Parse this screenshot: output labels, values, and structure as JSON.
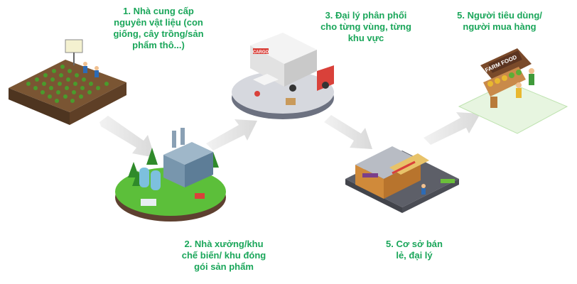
{
  "steps": [
    {
      "id": "1",
      "label": "1. Nhà cung cấp\nnguyên vật liệu (con\ngiống, cây trồng/sản\nphẩm thô...)"
    },
    {
      "id": "2",
      "label": "2. Nhà xưởng/khu\nchế biến/ khu đóng\ngói sản phẩm"
    },
    {
      "id": "3",
      "label": "3. Đại lý phân phối\ncho từng vùng, từng\nkhu vực"
    },
    {
      "id": "4",
      "label": "5. Cơ sở bán\nlẻ, đại lý"
    },
    {
      "id": "5",
      "label": "5. Người tiêu dùng/\nngười mua hàng"
    }
  ],
  "truck_brand": "CARGO",
  "stall_sign": "FARM FOOD",
  "colors": {
    "label": "#1aa65a",
    "arrow": "#e3e3e3",
    "grass": "#5cbf3a",
    "soil": "#6b4a2b"
  }
}
